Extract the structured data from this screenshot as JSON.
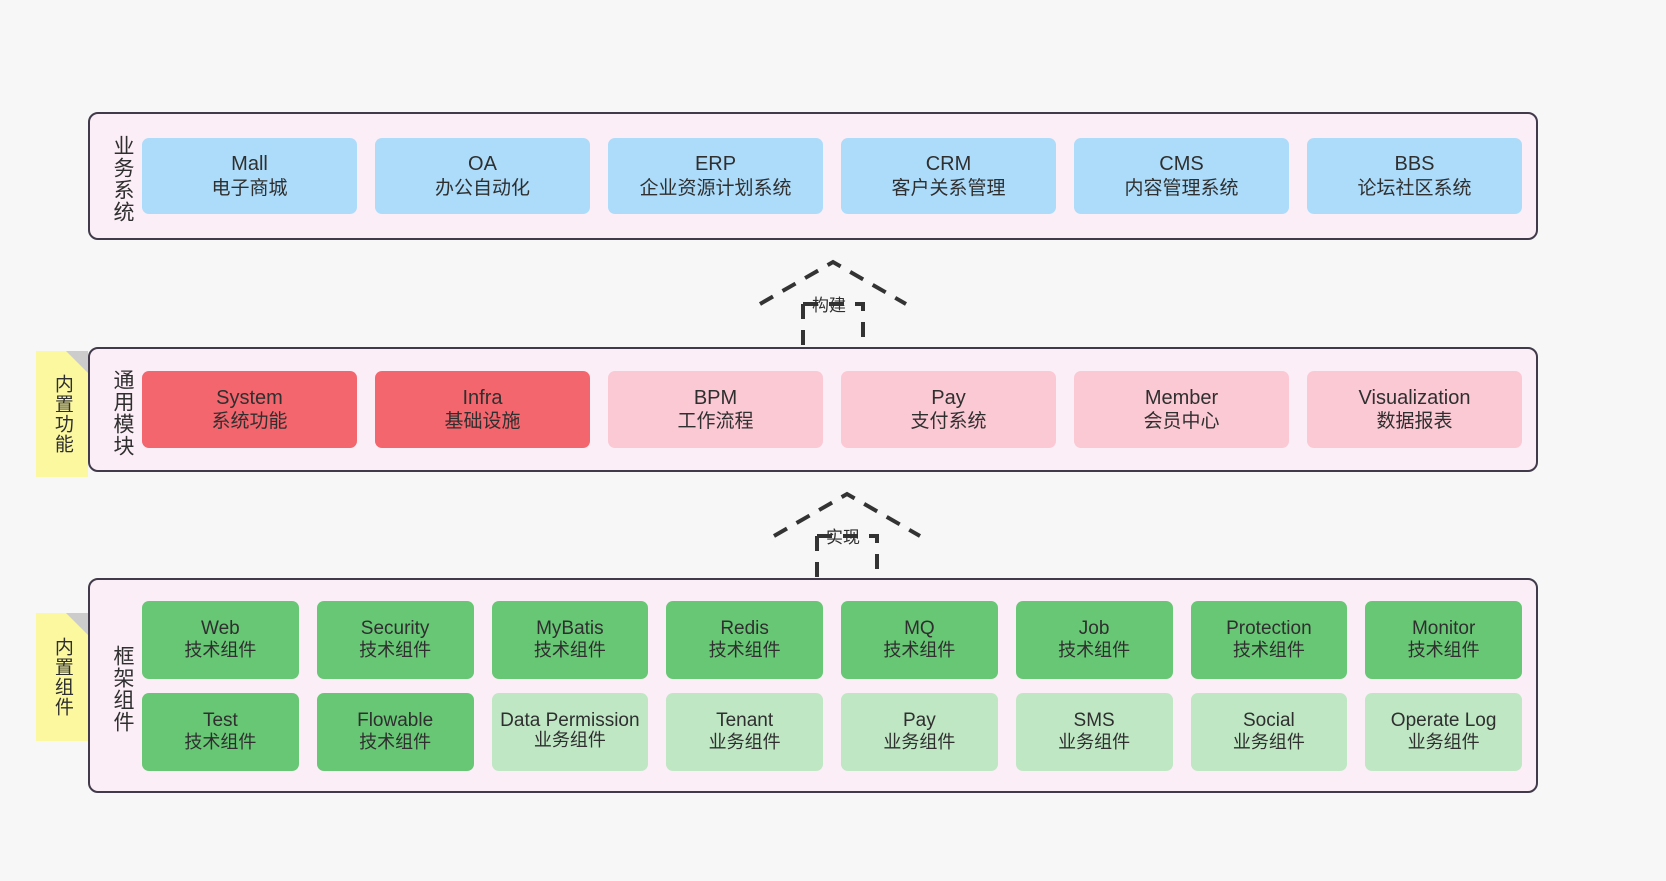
{
  "diagram": {
    "title": "",
    "colors": {
      "canvas_bg": "#f7f7f7",
      "layer_bg": "#fbeef6",
      "layer_border": "#413a4a",
      "business_card": "#addcfb",
      "core_module_card": "#f3666e",
      "module_card": "#fbc9d4",
      "tech_component_card": "#68c775",
      "biz_component_card": "#bfe7c4",
      "note_bg": "#fbf8a0",
      "note_fold": "#cccccc",
      "connector": "#333333"
    }
  },
  "layers": [
    {
      "id": "business",
      "title": "业务系统",
      "rows": [
        {
          "cards": [
            {
              "en": "Mall",
              "cn": "电子商城",
              "style": "blue"
            },
            {
              "en": "OA",
              "cn": "办公自动化",
              "style": "blue"
            },
            {
              "en": "ERP",
              "cn": "企业资源计划系统",
              "style": "blue"
            },
            {
              "en": "CRM",
              "cn": "客户关系管理",
              "style": "blue"
            },
            {
              "en": "CMS",
              "cn": "内容管理系统",
              "style": "blue"
            },
            {
              "en": "BBS",
              "cn": "论坛社区系统",
              "style": "blue"
            }
          ]
        }
      ]
    },
    {
      "id": "common",
      "title": "通用模块",
      "note": "内置功能",
      "rows": [
        {
          "cards": [
            {
              "en": "System",
              "cn": "系统功能",
              "style": "red"
            },
            {
              "en": "Infra",
              "cn": "基础设施",
              "style": "red"
            },
            {
              "en": "BPM",
              "cn": "工作流程",
              "style": "pink"
            },
            {
              "en": "Pay",
              "cn": "支付系统",
              "style": "pink"
            },
            {
              "en": "Member",
              "cn": "会员中心",
              "style": "pink"
            },
            {
              "en": "Visualization",
              "cn": "数据报表",
              "style": "pink"
            }
          ]
        }
      ]
    },
    {
      "id": "framework",
      "title": "框架组件",
      "note": "内置组件",
      "rows": [
        {
          "cards": [
            {
              "en": "Web",
              "cn": "技术组件",
              "style": "green"
            },
            {
              "en": "Security",
              "cn": "技术组件",
              "style": "green"
            },
            {
              "en": "MyBatis",
              "cn": "技术组件",
              "style": "green"
            },
            {
              "en": "Redis",
              "cn": "技术组件",
              "style": "green"
            },
            {
              "en": "MQ",
              "cn": "技术组件",
              "style": "green"
            },
            {
              "en": "Job",
              "cn": "技术组件",
              "style": "green"
            },
            {
              "en": "Protection",
              "cn": "技术组件",
              "style": "green"
            },
            {
              "en": "Monitor",
              "cn": "技术组件",
              "style": "green"
            }
          ]
        },
        {
          "cards": [
            {
              "en": "Test",
              "cn": "技术组件",
              "style": "green"
            },
            {
              "en": "Flowable",
              "cn": "技术组件",
              "style": "green"
            },
            {
              "en": "Data Permission",
              "cn": "业务组件",
              "style": "green-light"
            },
            {
              "en": "Tenant",
              "cn": "业务组件",
              "style": "green-light"
            },
            {
              "en": "Pay",
              "cn": "业务组件",
              "style": "green-light"
            },
            {
              "en": "SMS",
              "cn": "业务组件",
              "style": "green-light"
            },
            {
              "en": "Social",
              "cn": "业务组件",
              "style": "green-light"
            },
            {
              "en": "Operate Log",
              "cn": "业务组件",
              "style": "green-light"
            }
          ]
        }
      ]
    }
  ],
  "connectors": [
    {
      "id": "build",
      "label": "构建",
      "from": "common",
      "to": "business"
    },
    {
      "id": "implement",
      "label": "实现",
      "from": "framework",
      "to": "common"
    }
  ]
}
